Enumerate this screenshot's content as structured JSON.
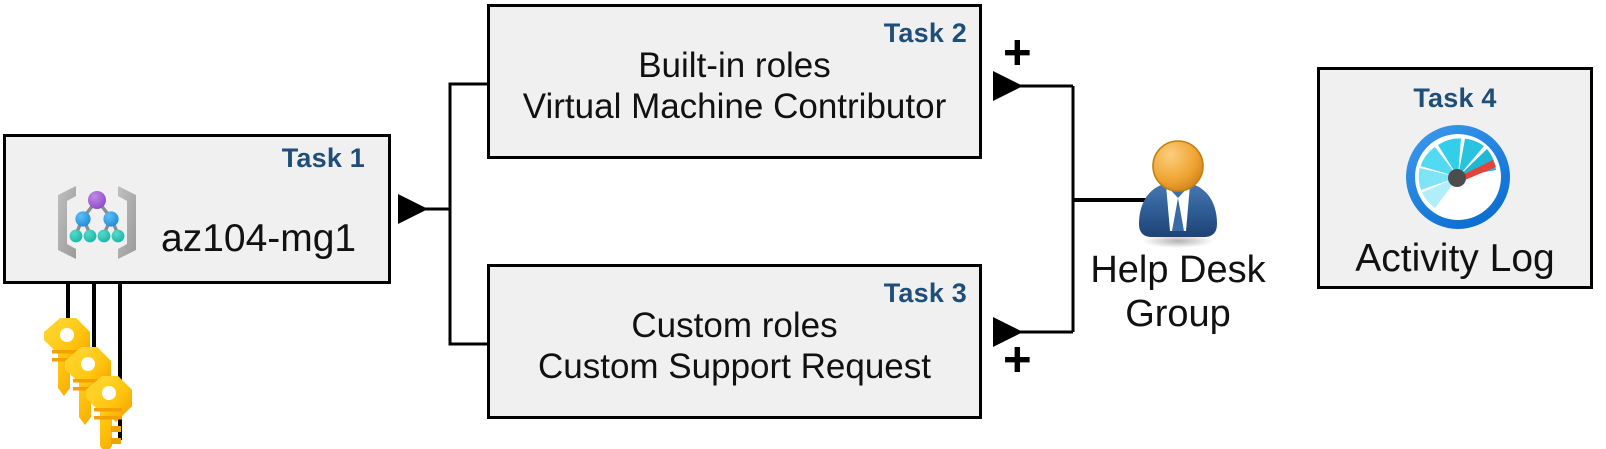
{
  "diagram": {
    "title": "Azure AZ-104 RBAC task diagram",
    "background_color": "#FFFFFF",
    "box_fill": "#F0F0F0",
    "box_border": "#000000",
    "task_tag_color": "#1F4E79"
  },
  "task1": {
    "tag": "Task 1",
    "label": "az104-mg1",
    "icon": "management-group-icon",
    "icon_colors": {
      "bracket": "#A6A6A6",
      "root_node": "#9B59D0",
      "mid_node": "#2E9BE6",
      "leaf_node": "#22C0AE"
    }
  },
  "task2": {
    "tag": "Task 2",
    "line1": "Built-in roles",
    "line2": "Virtual Machine Contributor"
  },
  "task3": {
    "tag": "Task 3",
    "line1": "Custom roles",
    "line2": "Custom Support Request"
  },
  "task4": {
    "tag": "Task 4",
    "label": "Activity Log",
    "icon": "gauge-icon",
    "icon_colors": {
      "ring": "#1E88E5",
      "segment_dark": "#26C0D6",
      "segment_mid": "#37CFE8",
      "segment_light": "#6FDDF2",
      "segment_pale": "#AEE9F7",
      "needle": "#E8413C",
      "hub": "#4D4D4D"
    }
  },
  "actor": {
    "icon": "user-group-icon",
    "line1": "Help Desk",
    "line2": "Group",
    "icon_colors": {
      "head": "#E8A33D",
      "body": "#2F5E96",
      "shirt": "#FFFFFF"
    }
  },
  "credentials": {
    "icon": "keys-icon",
    "count": 3,
    "icon_colors": {
      "key_light": "#FFD22E",
      "key_mid": "#FFC20E",
      "key_dark": "#F5A800"
    }
  },
  "operators": {
    "plus_top": "+",
    "plus_bottom": "+"
  },
  "connectors": {
    "task2_to_task1": "arrow-left",
    "task3_to_task1": "arrow-left",
    "actor_to_task2": "arrow-left",
    "actor_to_task3": "arrow-left",
    "keys_to_task1": "arrow-up-x3"
  }
}
